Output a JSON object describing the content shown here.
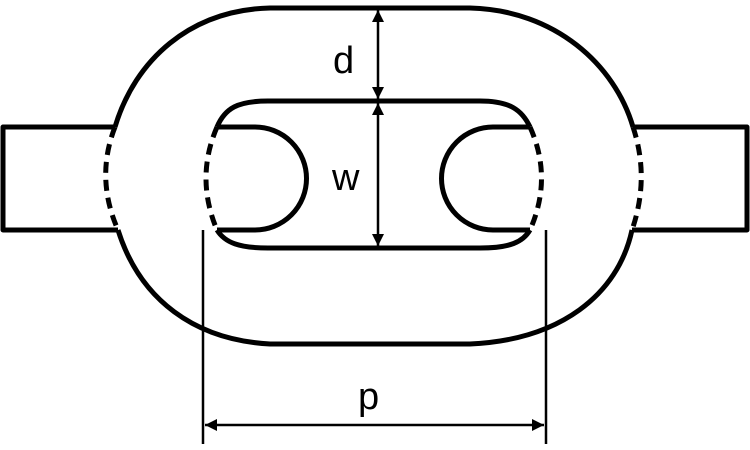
{
  "colors": {
    "stroke": "#000000",
    "background": "#ffffff"
  },
  "labels": {
    "thickness": "d",
    "width": "w",
    "pitch": "p"
  }
}
